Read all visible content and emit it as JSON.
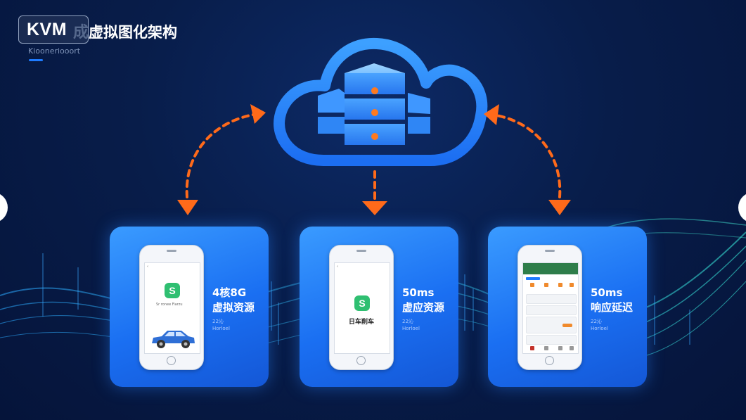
{
  "title": {
    "badge": "KVM",
    "heading": "虚拟图化架构",
    "subtitle": "Kiooneriooort"
  },
  "colors": {
    "background": "#081d4a",
    "cloud": "#2b87ff",
    "card": "#1f78f5",
    "arrow": "#ff6a1a",
    "app_green": "#2fbf71"
  },
  "icons": {
    "cloud": "cloud-icon",
    "server": "server-stack-icon",
    "arrow": "dashed-arrow"
  },
  "cards": [
    {
      "line1": "4核8G",
      "line2": "虚拟资源",
      "small1": "22沁",
      "small2": "Horloel",
      "app_caption": "Sr ronee Fiarzu"
    },
    {
      "line1": "50ms",
      "line2": "虚应资源",
      "small1": "22沁",
      "small2": "Horloel",
      "app_caption": "日车削车"
    },
    {
      "line1": "50ms",
      "line2": "响应延迟",
      "small1": "22沁",
      "small2": "Horloel"
    }
  ]
}
